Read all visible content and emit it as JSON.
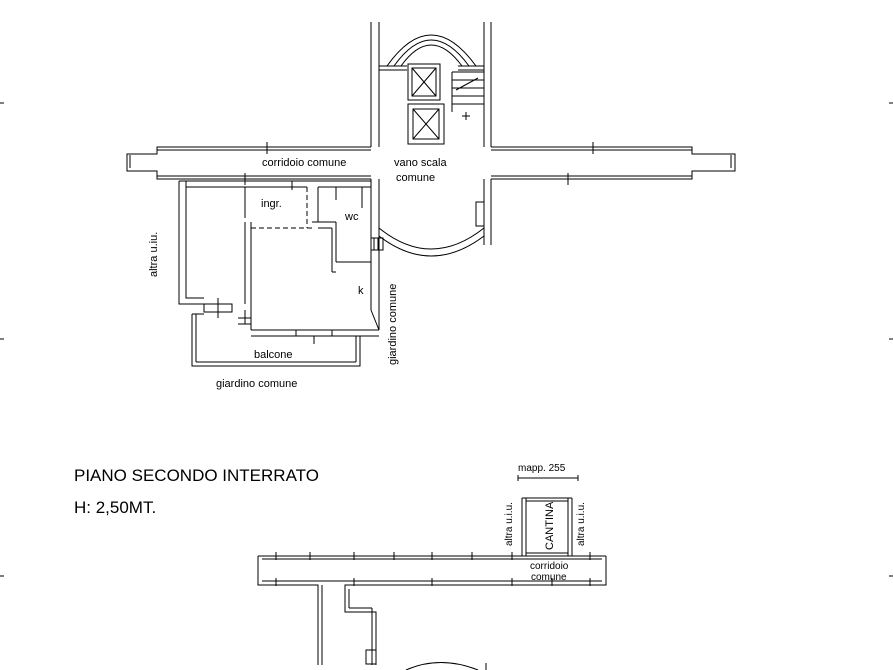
{
  "upper_plan": {
    "labels": {
      "corridor": "corridoio comune",
      "stair_1": "vano scala",
      "stair_2": "comune",
      "entrance": "ingr.",
      "wc": "wc",
      "other_unit": "altra u.iu.",
      "kitchen": "k",
      "balcony": "balcone",
      "garden_bottom": "giardino comune",
      "garden_side": "giardino comune"
    }
  },
  "basement": {
    "title": "PIANO SECONDO INTERRATO",
    "height": "H: 2,50MT.",
    "labels": {
      "mapp": "mapp. 255",
      "other_left": "altra u.i.u.",
      "cellar": "CANTINA",
      "other_right": "altra u.i.u.",
      "corridor_1": "corridoio",
      "corridor_2": "comune"
    }
  }
}
